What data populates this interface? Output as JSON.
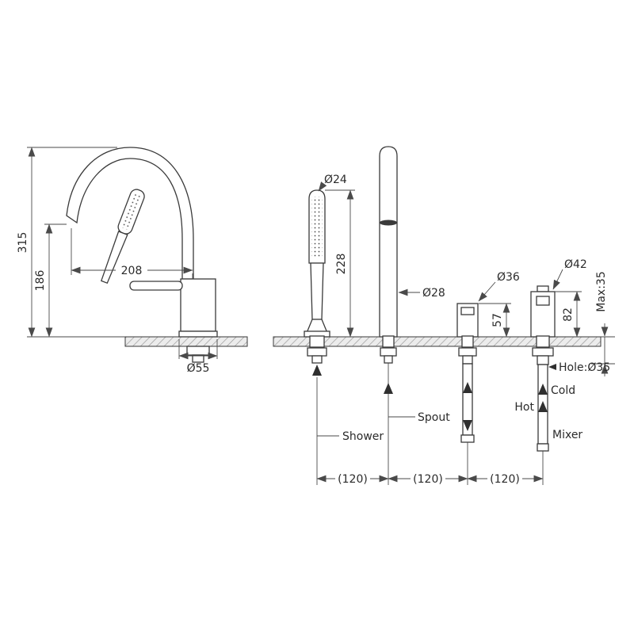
{
  "drawing": {
    "side": {
      "h_total": "315",
      "h_spout": "186",
      "reach": "208",
      "base_dia": "Ø55"
    },
    "front": {
      "handshower_dia": "Ø24",
      "handshower_h": "228",
      "spout_dia": "Ø28",
      "valve_dia": "Ø36",
      "valve_h": "57",
      "mixer_dia": "Ø42",
      "mixer_h": "82",
      "max_deck": "Max:35",
      "hole": "Hole:Ø35",
      "shower": "Shower",
      "spout": "Spout",
      "hot": "Hot",
      "cold": "Cold",
      "mixer": "Mixer",
      "pitch1": "(120)",
      "pitch2": "(120)",
      "pitch3": "(120)"
    }
  }
}
